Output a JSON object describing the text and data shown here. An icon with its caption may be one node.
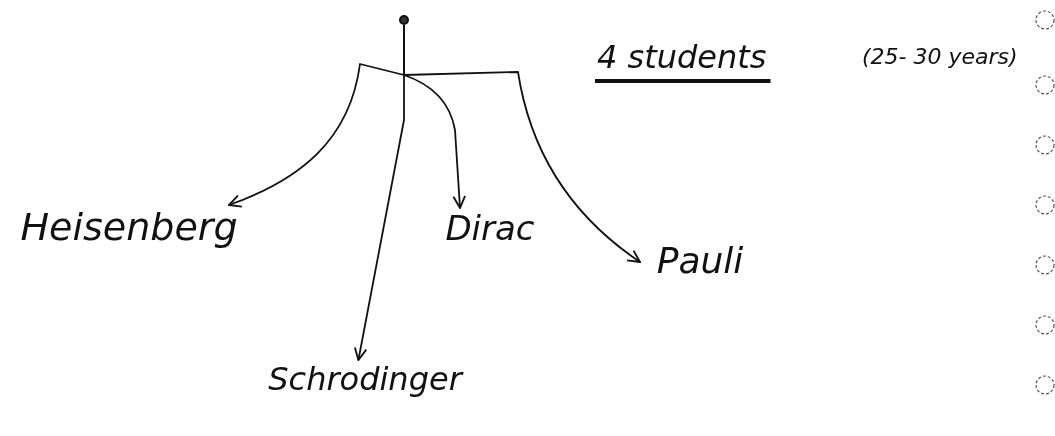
{
  "diagram": {
    "nodes": [
      {
        "text": [],
        "shape": "circle"
      },
      {
        "text": [
          "Heisenberg"
        ]
      },
      {
        "text": [
          "Schrodinger"
        ]
      },
      {
        "text": [
          "Dirac"
        ]
      },
      {
        "text": [
          "Pauli"
        ]
      }
    ],
    "edges": [
      {
        "from": 0,
        "to": 1,
        "arrow": "to"
      },
      {
        "from": 0,
        "to": 2,
        "arrow": "to"
      },
      {
        "from": 0,
        "to": 3,
        "arrow": "to"
      },
      {
        "from": 0,
        "to": 4,
        "arrow": "to"
      }
    ],
    "labels": [
      "4 students",
      "(25- 30 years)"
    ]
  }
}
